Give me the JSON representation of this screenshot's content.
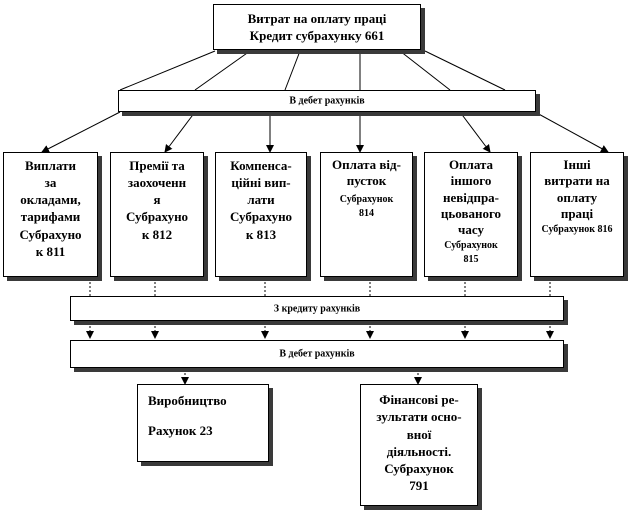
{
  "top": {
    "line1": "Витрат на оплату праці",
    "line2": "Кредит субрахунку 661"
  },
  "debit_bar_top": {
    "label": "В дебет рахунків"
  },
  "boxes": [
    {
      "lines": [
        "Виплати",
        "за",
        "окладами,",
        "тарифами",
        "Субрахуно",
        "к 811"
      ],
      "sub": ""
    },
    {
      "lines": [
        "Премії та",
        "заохоченн",
        "я",
        "Субрахуно",
        "к 812"
      ],
      "sub": ""
    },
    {
      "lines": [
        "Компенса-",
        "ційні вип-",
        "лати",
        "Субрахуно",
        "к 813"
      ],
      "sub": ""
    },
    {
      "lines": [
        "Оплата від-",
        "пусток"
      ],
      "sub": "Субрахунок 814"
    },
    {
      "lines": [
        "Оплата",
        "іншого",
        "невідпра-",
        "цьованого",
        "часу"
      ],
      "sub": "Субрахунок 815"
    },
    {
      "lines": [
        "Інші",
        "витрати на",
        "оплату",
        "праці"
      ],
      "sub": "Субрахунок 816"
    }
  ],
  "credit_bar": {
    "label": "З кредиту рахунків"
  },
  "debit_bar_bottom": {
    "label": "В дебет рахунків"
  },
  "bottom_left": {
    "line1": "Виробництво",
    "line2": "Рахунок 23"
  },
  "bottom_right": {
    "lines": [
      "Фінансові ре-",
      "зультати осно-",
      "вної",
      "діяльності.",
      "Субрахунок",
      "791"
    ]
  }
}
